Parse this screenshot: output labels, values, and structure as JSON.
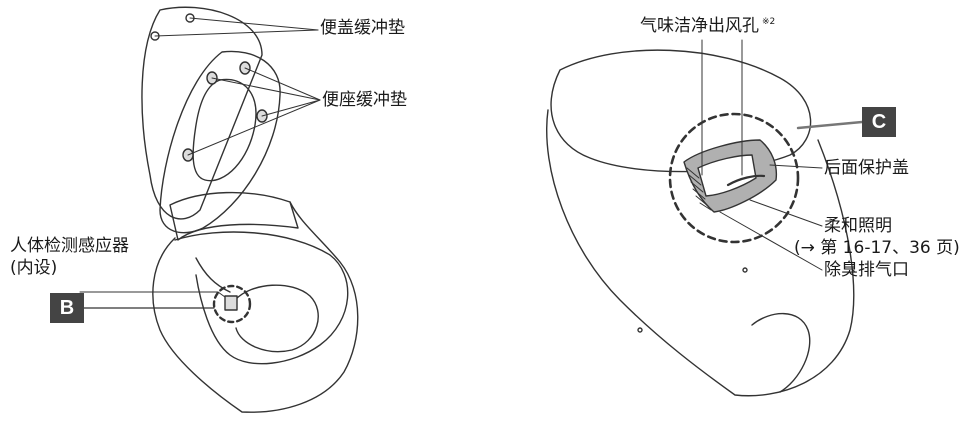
{
  "labels": {
    "lid_bumper": "便盖缓冲垫",
    "seat_bumper": "便座缓冲垫",
    "sensor": "人体检测感应器",
    "sensor_note": "(内设)",
    "vent": "气味洁净出风孔",
    "vent_note": "※2",
    "rear_cover": "后面保护盖",
    "soft_light": "柔和照明",
    "soft_light_ref": "(→ 第 16-17、36 页)",
    "exhaust": "除臭排气口"
  },
  "callouts": {
    "b": "B",
    "c": "C"
  },
  "colors": {
    "line": "#333333",
    "accent_fill": "#b0b0b0",
    "tag_bg": "#444444"
  }
}
